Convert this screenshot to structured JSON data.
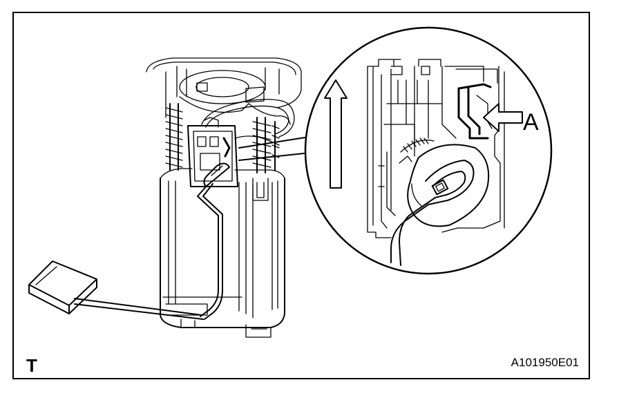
{
  "labels": {
    "callout": "A",
    "corner_mark": "T",
    "figure_code": "A101950E01"
  }
}
